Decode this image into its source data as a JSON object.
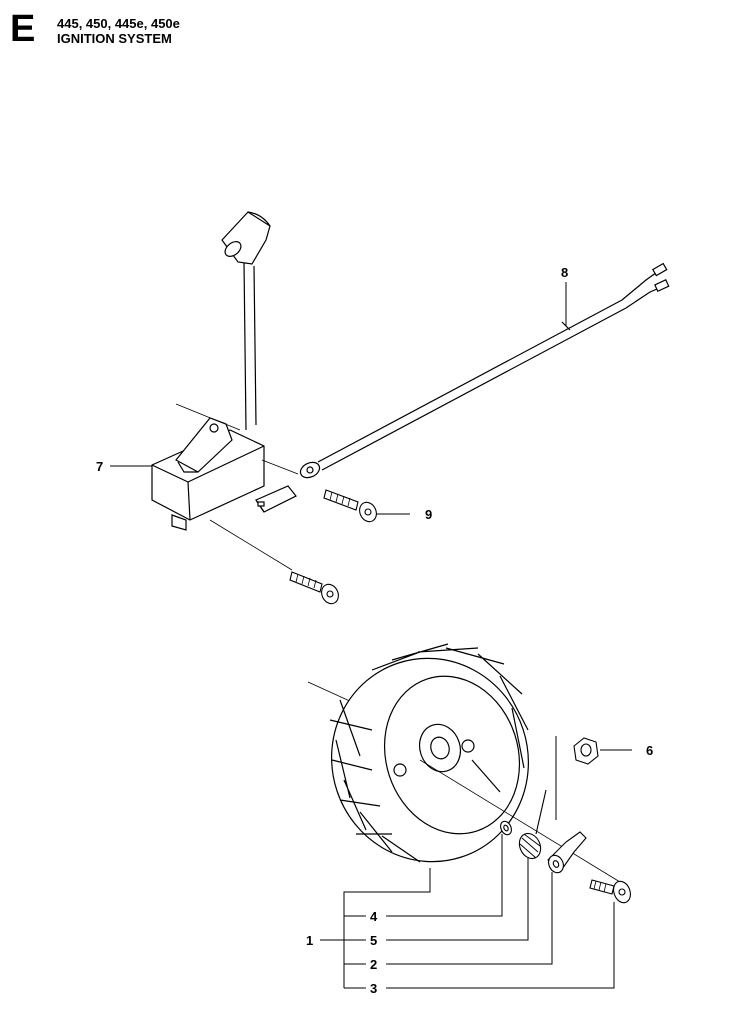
{
  "header": {
    "section_letter": "E",
    "models": "445, 450, 445e, 450e",
    "title": "IGNITION SYSTEM"
  },
  "callouts": {
    "c1": "1",
    "c2": "2",
    "c3": "3",
    "c4": "4",
    "c5": "5",
    "c6": "6",
    "c7": "7",
    "c8": "8",
    "c9": "9"
  }
}
